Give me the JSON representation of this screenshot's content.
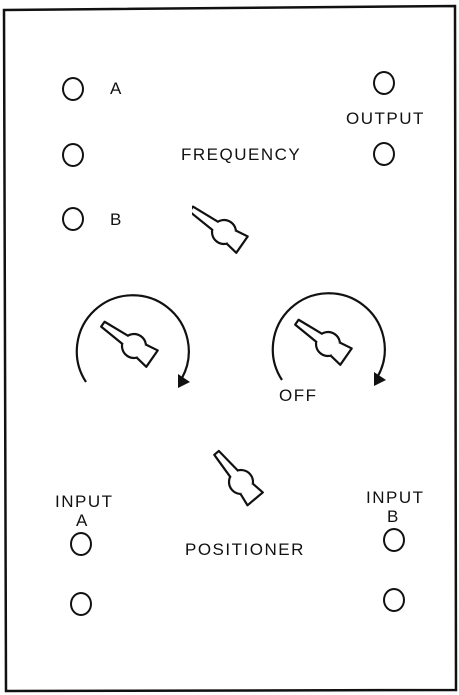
{
  "panel": {
    "labels": {
      "a": "A",
      "b": "B",
      "output": "OUTPUT",
      "frequency": "FREQUENCY",
      "off": "OFF",
      "input_a_line1": "INPUT",
      "input_a_line2": "A",
      "input_b_line1": "INPUT",
      "input_b_line2": "B",
      "positioner": "POSITIONER"
    },
    "jacks": [
      "jack-a",
      "jack-middle-left",
      "jack-b",
      "jack-output-1",
      "jack-output-2",
      "jack-input-a-1",
      "jack-input-a-2",
      "jack-input-b-1",
      "jack-input-b-2"
    ],
    "knobs": [
      "frequency-knob",
      "left-rotary-knob",
      "right-rotary-knob",
      "positioner-knob"
    ],
    "colors": {
      "ink": "#111111",
      "background": "#ffffff"
    }
  }
}
